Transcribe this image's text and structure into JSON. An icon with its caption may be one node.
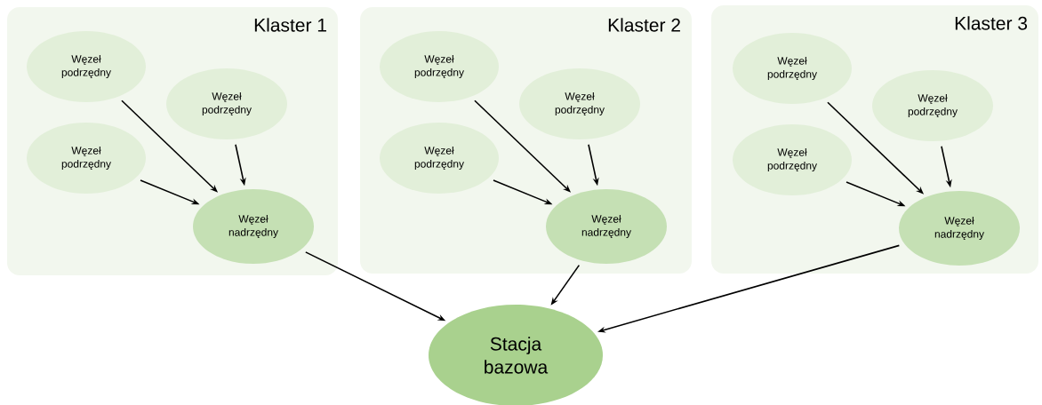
{
  "diagram": {
    "nodes": [
      {
        "text": [
          "Klaster 1"
        ]
      },
      {
        "text": [
          "Węzeł podrzędny"
        ],
        "in": 0
      },
      {
        "text": [
          "Węzeł podrzędny"
        ],
        "in": 0
      },
      {
        "text": [
          "Węzeł podrzędny"
        ],
        "in": 0
      },
      {
        "text": [
          "Węzeł nadrzędny"
        ],
        "in": 0
      },
      {
        "text": [
          "Klaster 2"
        ]
      },
      {
        "text": [
          "Węzeł podrzędny"
        ],
        "in": 5
      },
      {
        "text": [
          "Węzeł podrzędny"
        ],
        "in": 5
      },
      {
        "text": [
          "Węzeł podrzędny"
        ],
        "in": 5
      },
      {
        "text": [
          "Węzeł nadrzędny"
        ],
        "in": 5
      },
      {
        "text": [
          "Klaster 3"
        ]
      },
      {
        "text": [
          "Węzeł podrzędny"
        ],
        "in": 10
      },
      {
        "text": [
          "Węzeł podrzędny"
        ],
        "in": 10
      },
      {
        "text": [
          "Węzeł podrzędny"
        ],
        "in": 10
      },
      {
        "text": [
          "Węzeł nadrzędny"
        ],
        "in": 10
      },
      {
        "text": [
          "Stacja bazowa"
        ]
      }
    ],
    "edges": [
      {
        "from": 1,
        "to": 4,
        "arrow": "to"
      },
      {
        "from": 2,
        "to": 4,
        "arrow": "to"
      },
      {
        "from": 3,
        "to": 4,
        "arrow": "to"
      },
      {
        "from": 6,
        "to": 9,
        "arrow": "to"
      },
      {
        "from": 7,
        "to": 9,
        "arrow": "to"
      },
      {
        "from": 8,
        "to": 9,
        "arrow": "to"
      },
      {
        "from": 11,
        "to": 14,
        "arrow": "to"
      },
      {
        "from": 12,
        "to": 14,
        "arrow": "to"
      },
      {
        "from": 13,
        "to": 14,
        "arrow": "to"
      },
      {
        "from": 4,
        "to": 15,
        "arrow": "to"
      },
      {
        "from": 9,
        "to": 15,
        "arrow": "to"
      },
      {
        "from": 14,
        "to": 15,
        "arrow": "to"
      }
    ]
  }
}
